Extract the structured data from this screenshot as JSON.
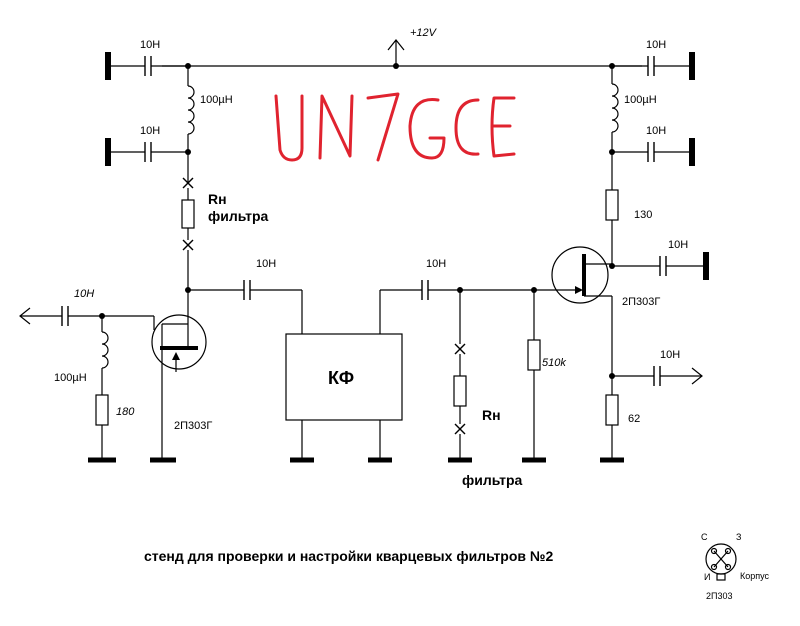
{
  "labels": {
    "supply": "+12V",
    "cap_top_left": "10H",
    "inductor_left": "100µH",
    "cap_left_mid": "10H",
    "rn_left_1": "Rн",
    "rn_left_2": "фильтра",
    "cap_input": "10H",
    "inductor_input": "100µH",
    "res_180": "180",
    "fet_left": "2П303Г",
    "cap_to_kf_left": "10H",
    "kf_block": "КФ",
    "cap_to_kf_right": "10H",
    "rn_right_1": "Rн",
    "rn_right_2": "фильтра",
    "res_510k": "510k",
    "cap_top_right": "10H",
    "inductor_right": "100µH",
    "cap_right_mid": "10H",
    "res_130": "130",
    "cap_drain_right": "10H",
    "fet_right": "2П303Г",
    "cap_output": "10H",
    "res_62": "62",
    "title": "стенд для проверки и настройки кварцевых фильтров №2",
    "pinout_s": "С",
    "pinout_z": "З",
    "pinout_i": "И",
    "pinout_case": "Корпус",
    "pinout_part": "2П303"
  },
  "callsign": "UN7GCE",
  "colors": {
    "callsign": "#e0232f"
  }
}
